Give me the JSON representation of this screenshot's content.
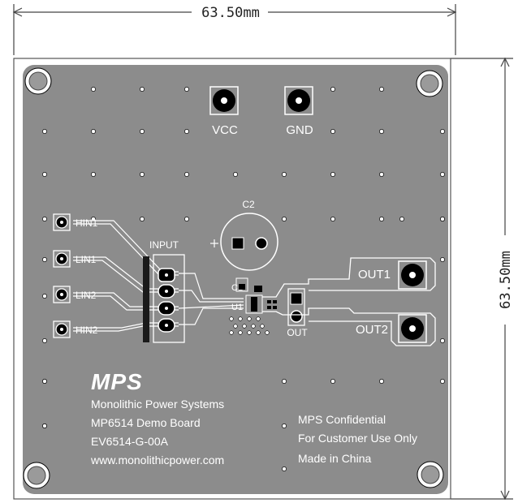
{
  "dimensions": {
    "width_label": "63.50mm",
    "height_label": "63.50mm"
  },
  "connectors": {
    "vcc": "VCC",
    "gnd": "GND",
    "out1": "OUT1",
    "out2": "OUT2",
    "input_header": "INPUT",
    "out_header": "OUT"
  },
  "inputs": [
    "HIN1",
    "LIN1",
    "LIN2",
    "HIN2"
  ],
  "components": {
    "c2": "C2",
    "c1": "C1",
    "u1": "U1"
  },
  "logo": "MPS",
  "company_info": [
    "Monolithic Power Systems",
    "MP6514 Demo Board",
    "EV6514-G-00A",
    "www.monolithicpower.com"
  ],
  "notice": [
    "MPS Confidential",
    "For Customer Use Only",
    "Made in China"
  ],
  "colors": {
    "board": "#8c8c8c",
    "silkscreen": "#ffffff",
    "pad": "#000000",
    "outline": "#555555"
  }
}
